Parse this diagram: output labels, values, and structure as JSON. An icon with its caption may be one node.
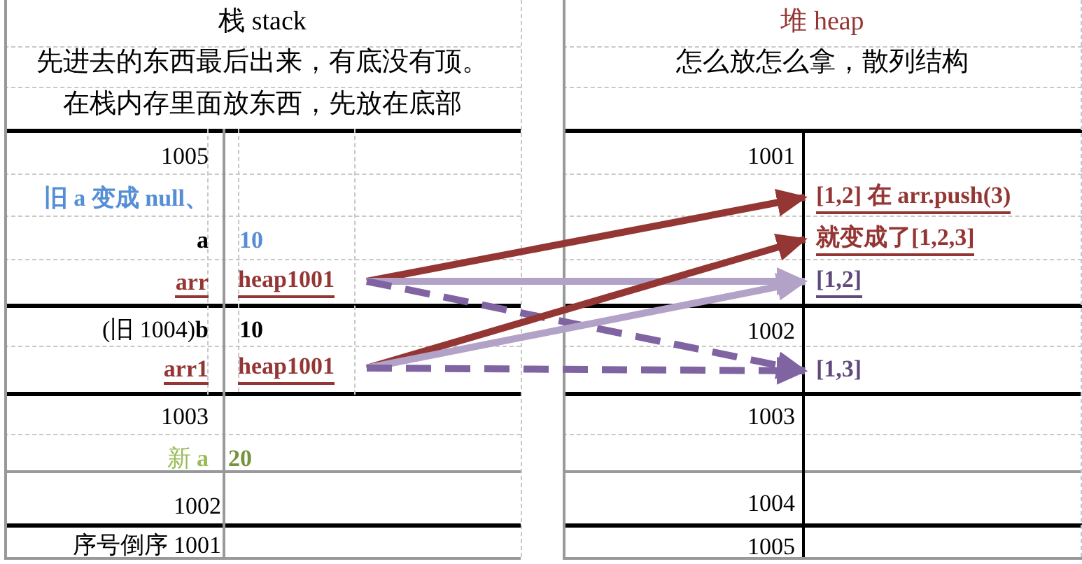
{
  "diagram": {
    "nodes": [
      {
        "text": [
          "heap1001"
        ]
      },
      {
        "text": [
          "heap1001"
        ]
      },
      {
        "text": [
          "[1,2] 在 arr.push(3)"
        ]
      },
      {
        "text": [
          "就变成了[1,2,3]"
        ]
      },
      {
        "text": [
          "[1,2]"
        ]
      },
      {
        "text": [
          "[1,3]"
        ]
      }
    ],
    "edges": [
      {
        "from": 0,
        "to": 2,
        "arrow": "to",
        "color": "#943634"
      },
      {
        "from": 0,
        "to": 4,
        "arrow": "to",
        "color": "#b3a2c7"
      },
      {
        "from": 0,
        "to": 5,
        "arrow": "to",
        "style": "dashed",
        "color": "#8064a2"
      },
      {
        "from": 1,
        "to": 3,
        "arrow": "to",
        "color": "#943634"
      },
      {
        "from": 1,
        "to": 4,
        "arrow": "to",
        "color": "#b3a2c7"
      },
      {
        "from": 1,
        "to": 5,
        "arrow": "to",
        "style": "dashed",
        "color": "#8064a2"
      }
    ],
    "labels": [
      "栈 stack",
      "先进去的东西最后出来，有底没有顶。",
      "在栈内存里面放东西，先放在底部",
      "1005",
      "旧 a 变成 null、",
      "a",
      "10",
      "arr",
      "(旧 1004)**b**",
      "10",
      "arr1",
      "1003",
      "新 **a**",
      "20",
      "1002",
      "序号倒序 1001",
      "堆 heap",
      "怎么放怎么拿，散列结构",
      "1001",
      "1002",
      "1003",
      "1004",
      "1005"
    ]
  }
}
